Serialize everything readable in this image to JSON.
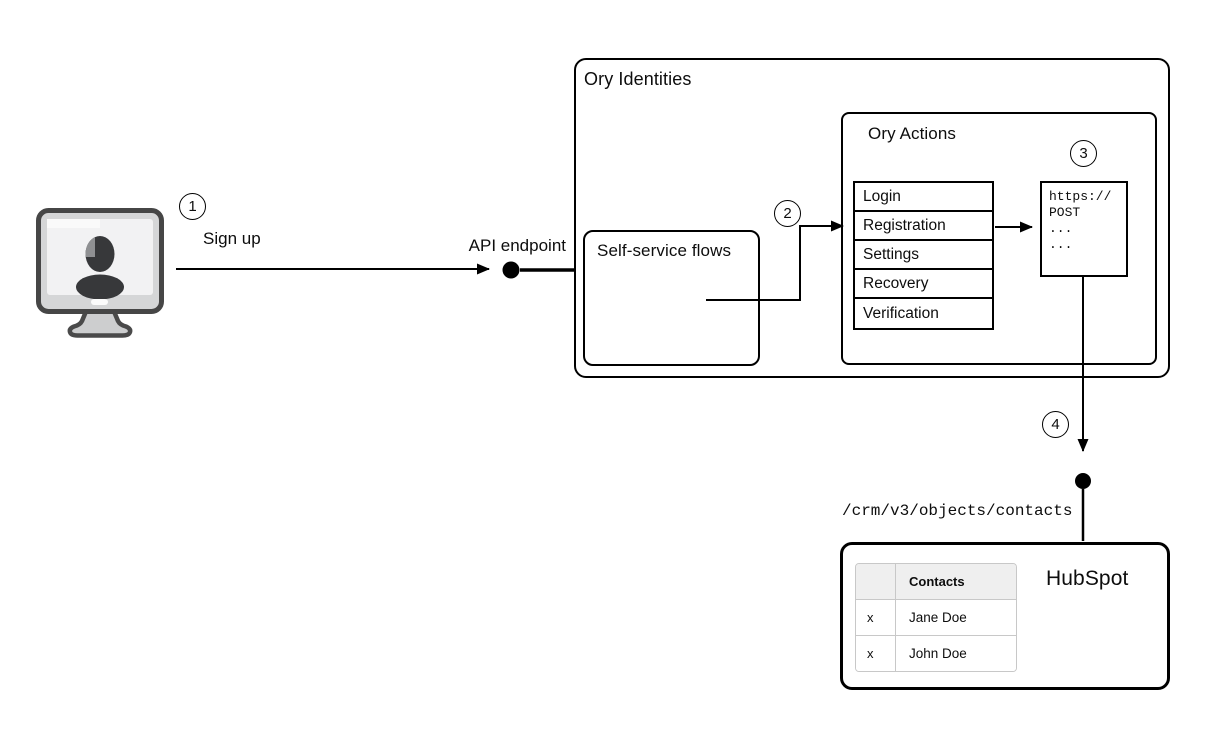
{
  "diagram": {
    "steps": {
      "s1": "1",
      "s2": "2",
      "s3": "3",
      "s4": "4"
    },
    "labels": {
      "sign_up": "Sign up",
      "api_endpoint": "API endpoint",
      "ory_identities": "Ory Identities",
      "self_service_flows": "Self-service flows",
      "ory_actions": "Ory Actions",
      "hubspot": "HubSpot",
      "endpoint_path": "/crm/v3/objects/contacts"
    },
    "flows": [
      "Login",
      "Registration",
      "Settings",
      "Recovery",
      "Verification"
    ],
    "code_box": {
      "lines": [
        "https://",
        "POST",
        "...",
        "..."
      ]
    },
    "hubspot_table": {
      "header": "Contacts",
      "rows": [
        {
          "mark": "x",
          "name": "Jane Doe"
        },
        {
          "mark": "x",
          "name": "John Doe"
        }
      ]
    },
    "icons": {
      "user_terminal": "monitor-user-icon",
      "api_endpoint_dot": "endpoint-dot-icon",
      "contacts_endpoint_dot": "endpoint-dot-icon"
    },
    "colors": {
      "line": "#000000",
      "box_border": "#000000",
      "table_border": "#c8c8c8",
      "table_header_bg": "#efefef",
      "background": "#ffffff"
    }
  }
}
